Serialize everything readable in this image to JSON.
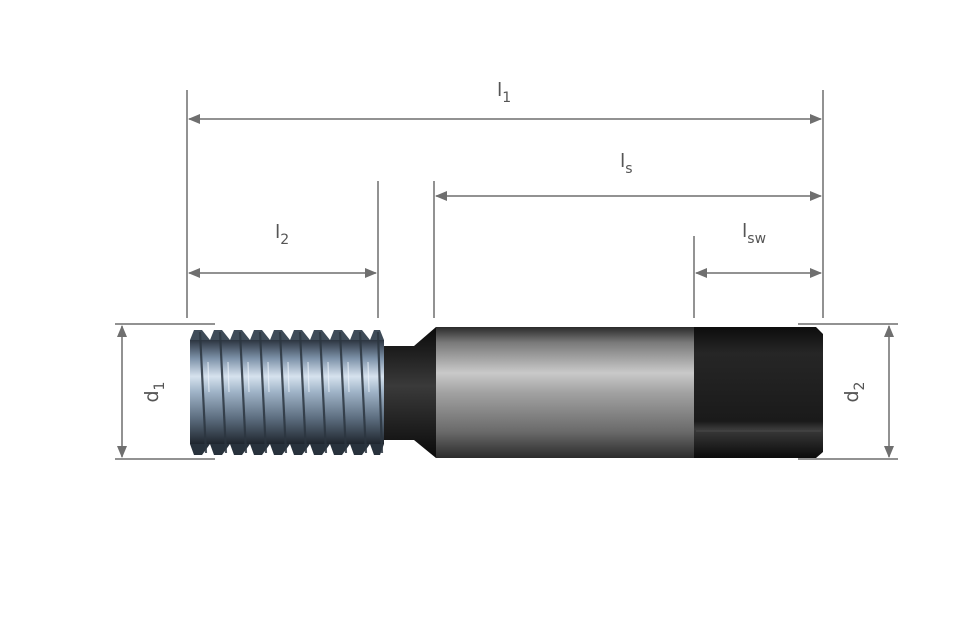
{
  "colors": {
    "dimension_line": "#6f6f6f",
    "label": "#555555",
    "thread_body": "#8ea3b8",
    "shank_body": "#8a8a8a",
    "square_drive": "#141414"
  },
  "dimensions": {
    "l1": {
      "base": "l",
      "sub": "1"
    },
    "ls": {
      "base": "l",
      "sub": "s"
    },
    "l2": {
      "base": "l",
      "sub": "2"
    },
    "lsw": {
      "base": "l",
      "sub": "sw"
    },
    "d1": {
      "base": "d",
      "sub": "1"
    },
    "d2": {
      "base": "d",
      "sub": "2"
    }
  }
}
